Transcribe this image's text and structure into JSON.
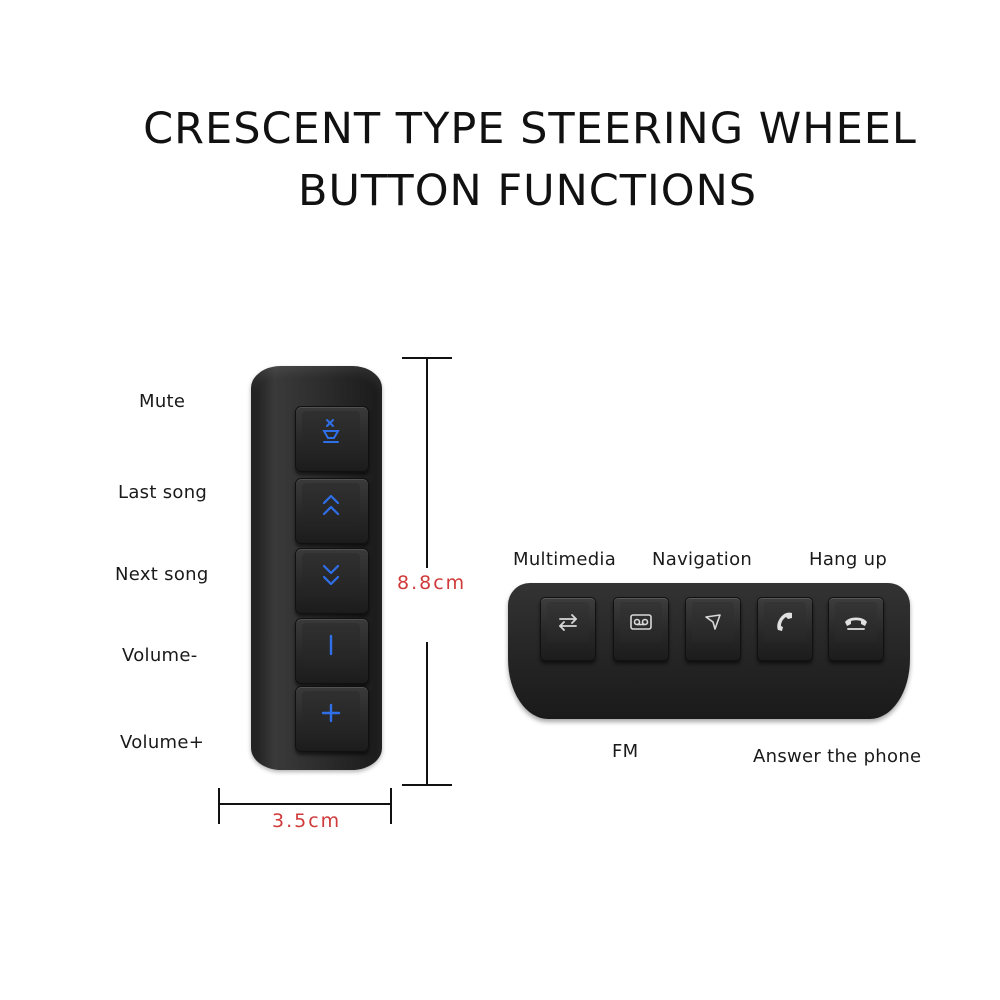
{
  "title": {
    "line1": "CRESCENT TYPE STEERING WHEEL",
    "line2": "BUTTON FUNCTIONS"
  },
  "vertical_remote": {
    "labels": [
      "Mute",
      "Last song",
      "Next song",
      "Volume-",
      "Volume+"
    ],
    "icons": [
      "mute-icon",
      "chevron-double-up-icon",
      "chevron-double-down-icon",
      "minus-icon",
      "plus-icon"
    ],
    "height_label": "8.8cm",
    "width_label": "3.5cm"
  },
  "horizontal_remote": {
    "top_labels": [
      "Multimedia",
      "Navigation",
      "Hang up"
    ],
    "bottom_labels": [
      "FM",
      "Answer the phone"
    ],
    "icons": [
      "swap-arrows-icon",
      "cassette-icon",
      "navigation-arrow-icon",
      "phone-answer-icon",
      "phone-hangup-icon"
    ]
  },
  "colors": {
    "button_icon": "#2f6fe8",
    "dimension_text": "#d03a3a",
    "body": "#2a2a2a"
  }
}
